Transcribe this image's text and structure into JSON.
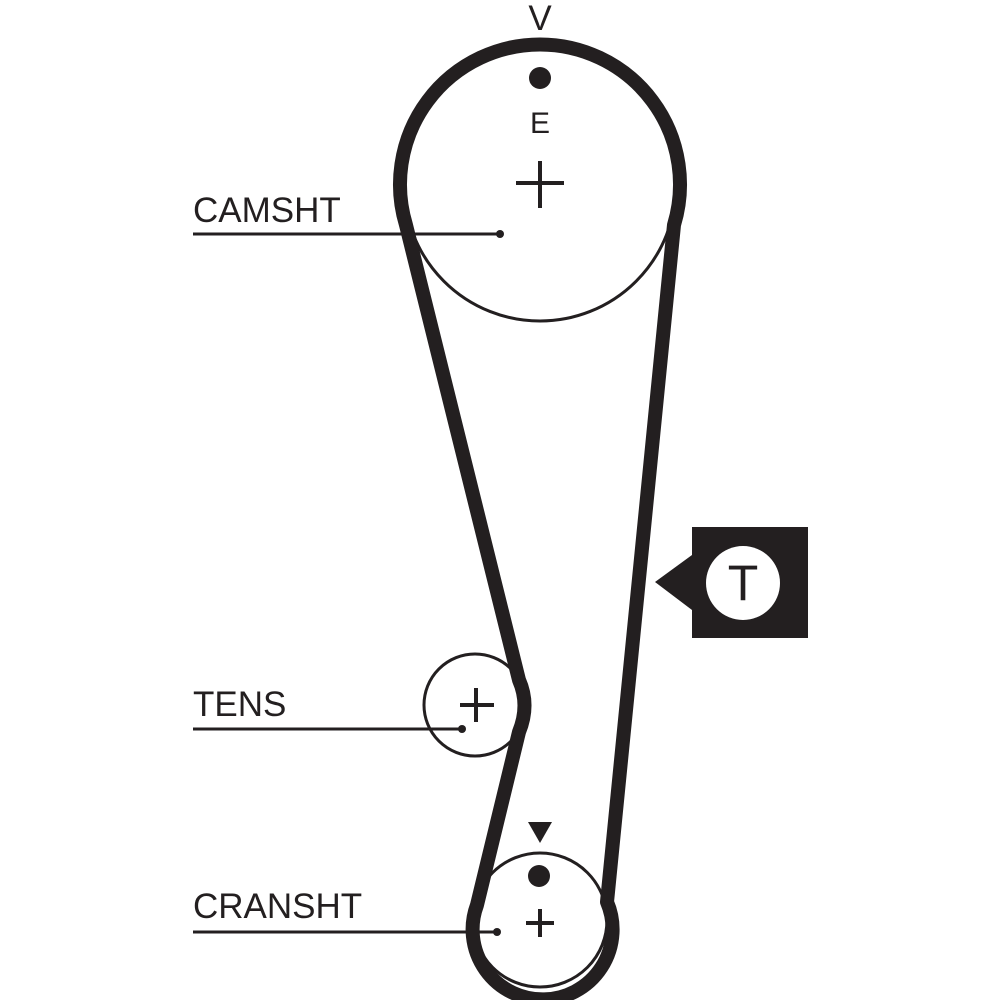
{
  "labels": {
    "camshaft": "CAMSHT",
    "tensioner": "TENS",
    "crankshaft": "CRANSHT"
  },
  "marks": {
    "top_mark": "V",
    "cam_mark": "E",
    "badge": "T"
  },
  "colors": {
    "ink": "#231f20",
    "background": "#ffffff"
  }
}
